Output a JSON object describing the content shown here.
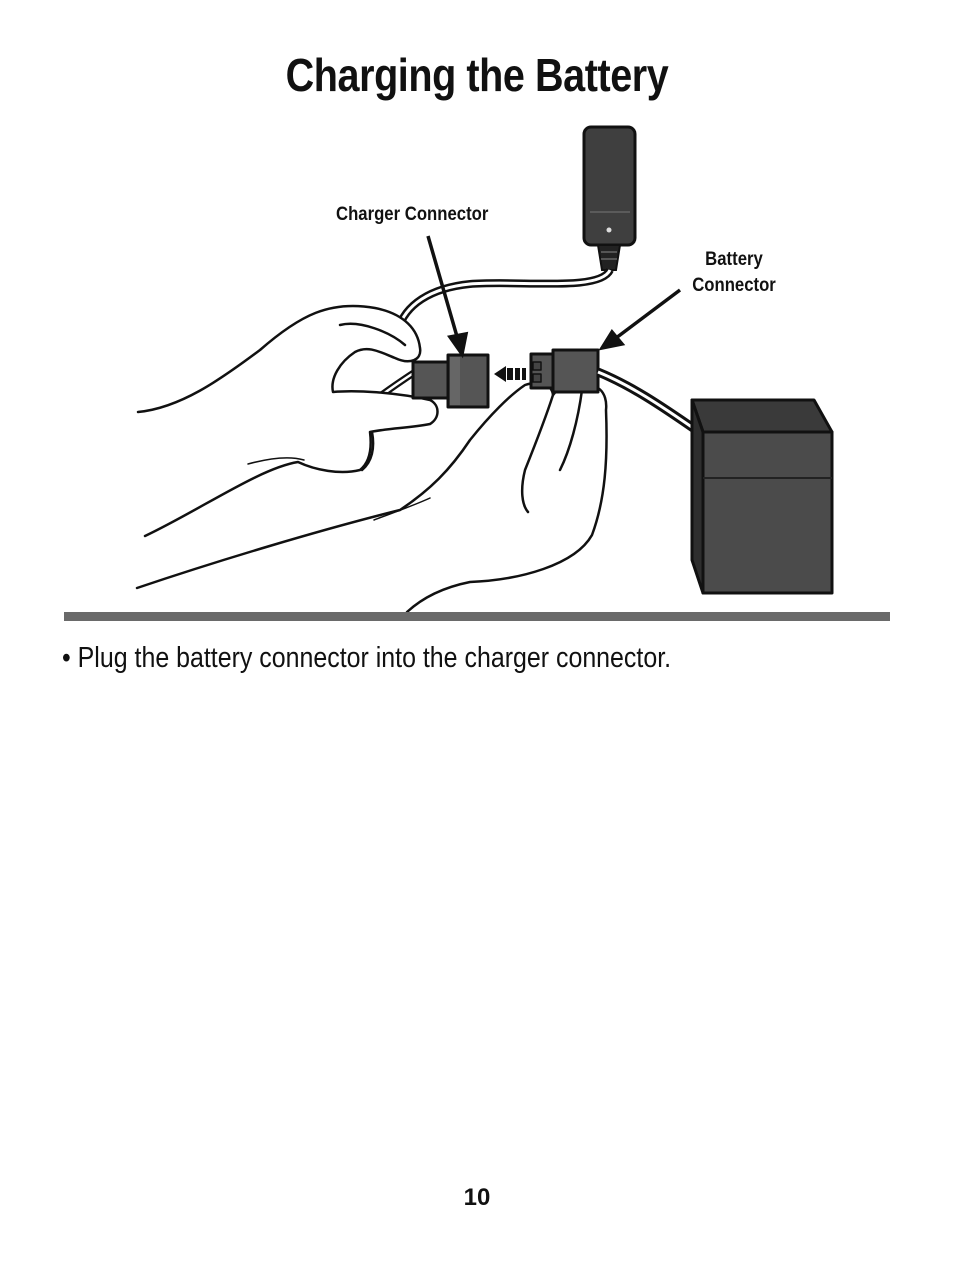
{
  "page": {
    "title": "Charging the Battery",
    "page_number": "10"
  },
  "illustration": {
    "callouts": {
      "charger_connector": "Charger Connector",
      "battery_connector_line1": "Battery",
      "battery_connector_line2": "Connector"
    },
    "parts": [
      "charger-adapter",
      "charger-cable",
      "charger-connector",
      "battery-connector",
      "battery",
      "hands"
    ],
    "colors": {
      "outline": "#111111",
      "connector": "#555555",
      "battery_front": "#4b4b4b",
      "battery_top": "#3a3a3a",
      "charger_body": "#3f3f3f",
      "divider": "#6a6a6a"
    }
  },
  "instructions": [
    {
      "bullet": "•",
      "text": "Plug the battery connector into the charger connector."
    }
  ]
}
